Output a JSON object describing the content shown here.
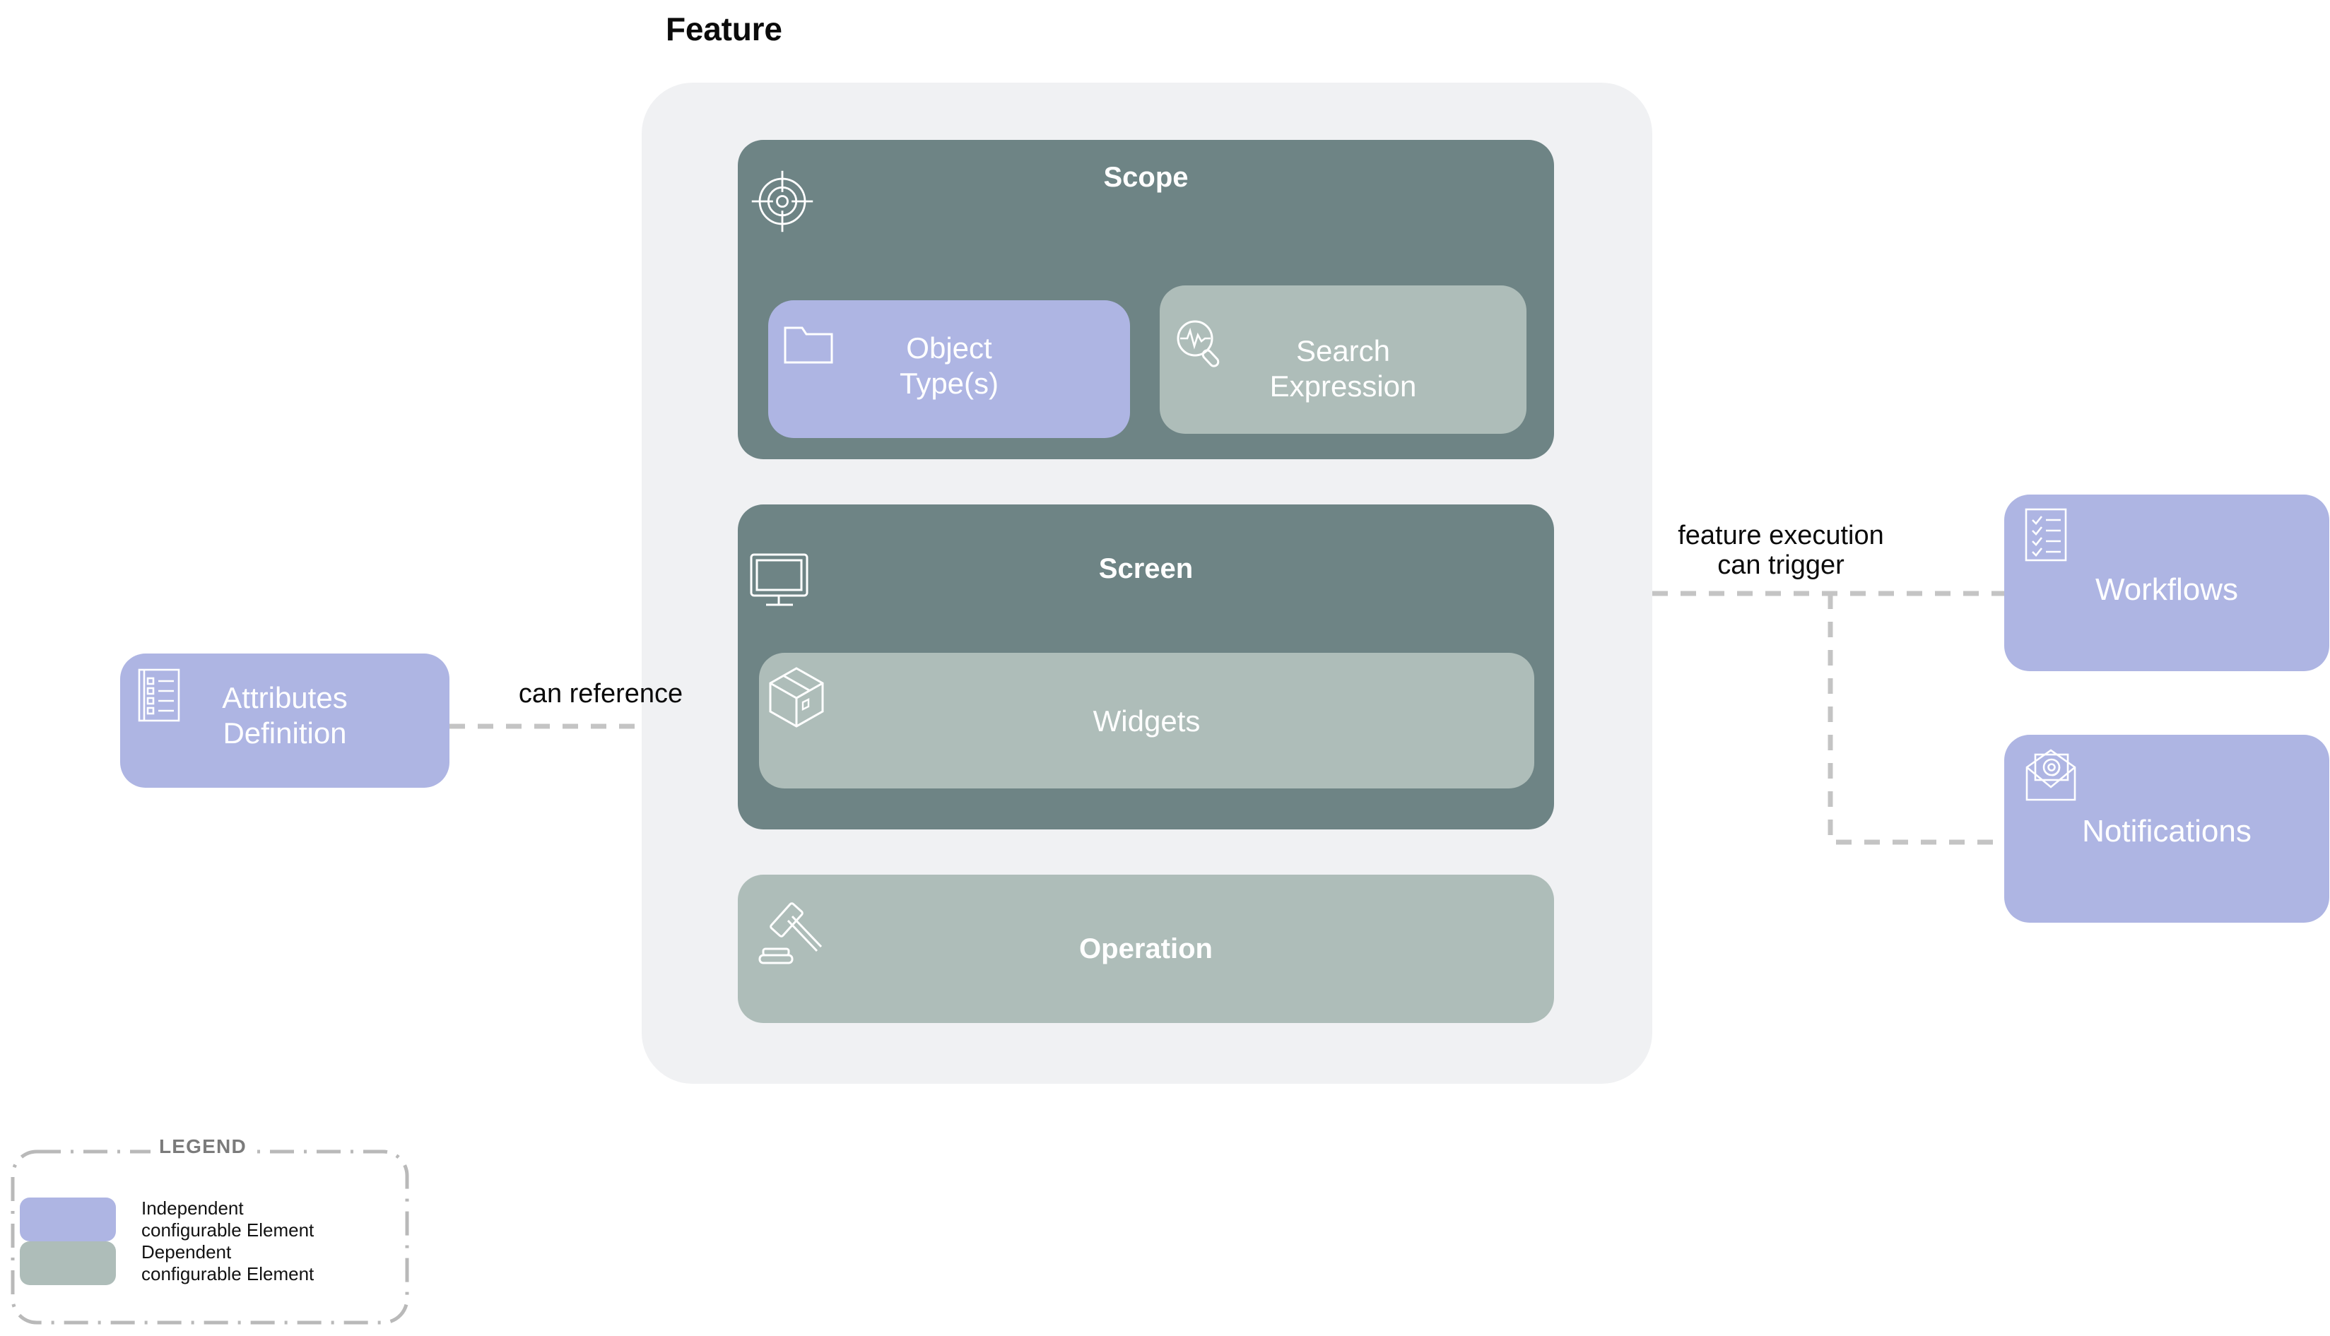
{
  "diagram": {
    "title": "Feature",
    "colors": {
      "container_bg": "#f0f1f3",
      "dark_section": "#6e8485",
      "independent": "#aeb5e3",
      "dependent": "#aebdb9",
      "connector": "#c4c4c4",
      "text_dark": "#0b0b0b",
      "legend_title": "#7b7b7b"
    },
    "sections": {
      "scope": {
        "title": "Scope",
        "icon": "target-crosshair-icon",
        "children": [
          {
            "label": "Object\nType(s)",
            "icon": "folder-icon",
            "kind": "independent"
          },
          {
            "label": "Search\nExpression",
            "icon": "search-waveform-icon",
            "kind": "dependent"
          }
        ]
      },
      "screen": {
        "title": "Screen",
        "icon": "monitor-icon",
        "children": [
          {
            "label": "Widgets",
            "icon": "package-box-icon",
            "kind": "dependent"
          }
        ]
      },
      "operation": {
        "title": "Operation",
        "icon": "gavel-icon",
        "kind": "dependent"
      }
    },
    "side_cards": {
      "attributes_definition": {
        "label": "Attributes\nDefinition",
        "icon": "checklist-document-icon",
        "kind": "independent"
      },
      "workflows": {
        "label": "Workflows",
        "icon": "checklist-checks-icon",
        "kind": "independent"
      },
      "notifications": {
        "label": "Notifications",
        "icon": "envelope-at-icon",
        "kind": "independent"
      }
    },
    "connectors": {
      "can_reference": "can reference",
      "can_trigger": "feature execution\ncan trigger"
    },
    "legend": {
      "title": "LEGEND",
      "items": [
        {
          "swatch": "#aeb5e3",
          "label": "Independent\nconfigurable Element"
        },
        {
          "swatch": "#aebdb9",
          "label": "Dependent\nconfigurable Element"
        }
      ]
    }
  }
}
